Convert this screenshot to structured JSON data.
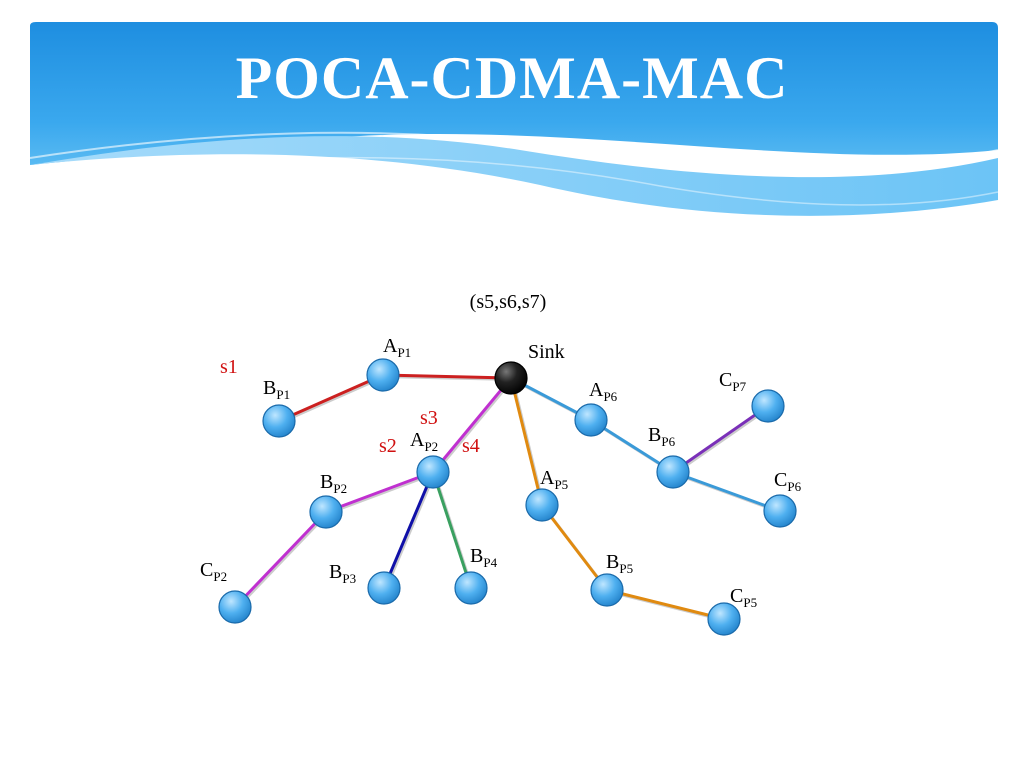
{
  "slide": {
    "title": "POCA-CDMA-MAC"
  },
  "diagram": {
    "group_label": "(s5,s6,s7)",
    "nodes": [
      {
        "id": "sink",
        "main": "Sink",
        "sub": ""
      },
      {
        "id": "ap1",
        "main": "A",
        "sub": "P1"
      },
      {
        "id": "bp1",
        "main": "B",
        "sub": "P1"
      },
      {
        "id": "ap2",
        "main": "A",
        "sub": "P2"
      },
      {
        "id": "bp2",
        "main": "B",
        "sub": "P2"
      },
      {
        "id": "cp2",
        "main": "C",
        "sub": "P2"
      },
      {
        "id": "bp3",
        "main": "B",
        "sub": "P3"
      },
      {
        "id": "bp4",
        "main": "B",
        "sub": "P4"
      },
      {
        "id": "ap5",
        "main": "A",
        "sub": "P5"
      },
      {
        "id": "bp5",
        "main": "B",
        "sub": "P5"
      },
      {
        "id": "cp5",
        "main": "C",
        "sub": "P5"
      },
      {
        "id": "ap6",
        "main": "A",
        "sub": "P6"
      },
      {
        "id": "bp6",
        "main": "B",
        "sub": "P6"
      },
      {
        "id": "cp6",
        "main": "C",
        "sub": "P6"
      },
      {
        "id": "cp7",
        "main": "C",
        "sub": "P7"
      }
    ],
    "edges": [
      {
        "from": "sink",
        "to": "ap1",
        "color": "#cc2020"
      },
      {
        "from": "ap1",
        "to": "bp1",
        "color": "#cc2020"
      },
      {
        "from": "sink",
        "to": "ap2",
        "color": "#c030d0"
      },
      {
        "from": "ap2",
        "to": "bp2",
        "color": "#c030d0"
      },
      {
        "from": "bp2",
        "to": "cp2",
        "color": "#c030d0"
      },
      {
        "from": "ap2",
        "to": "bp3",
        "color": "#1010a8"
      },
      {
        "from": "ap2",
        "to": "bp4",
        "color": "#3aa060"
      },
      {
        "from": "sink",
        "to": "ap5",
        "color": "#e08a10"
      },
      {
        "from": "ap5",
        "to": "bp5",
        "color": "#e08a10"
      },
      {
        "from": "bp5",
        "to": "cp5",
        "color": "#e08a10"
      },
      {
        "from": "sink",
        "to": "ap6",
        "color": "#3a9ad8"
      },
      {
        "from": "ap6",
        "to": "bp6",
        "color": "#3a9ad8"
      },
      {
        "from": "bp6",
        "to": "cp6",
        "color": "#3a9ad8"
      },
      {
        "from": "bp6",
        "to": "cp7",
        "color": "#7a30b8"
      }
    ],
    "signal_labels": [
      "s1",
      "s2",
      "s3",
      "s4"
    ],
    "colors": {
      "node_fill": "#4fb0f0",
      "sink_fill": "#111111",
      "signal_label": "#d01010"
    }
  }
}
